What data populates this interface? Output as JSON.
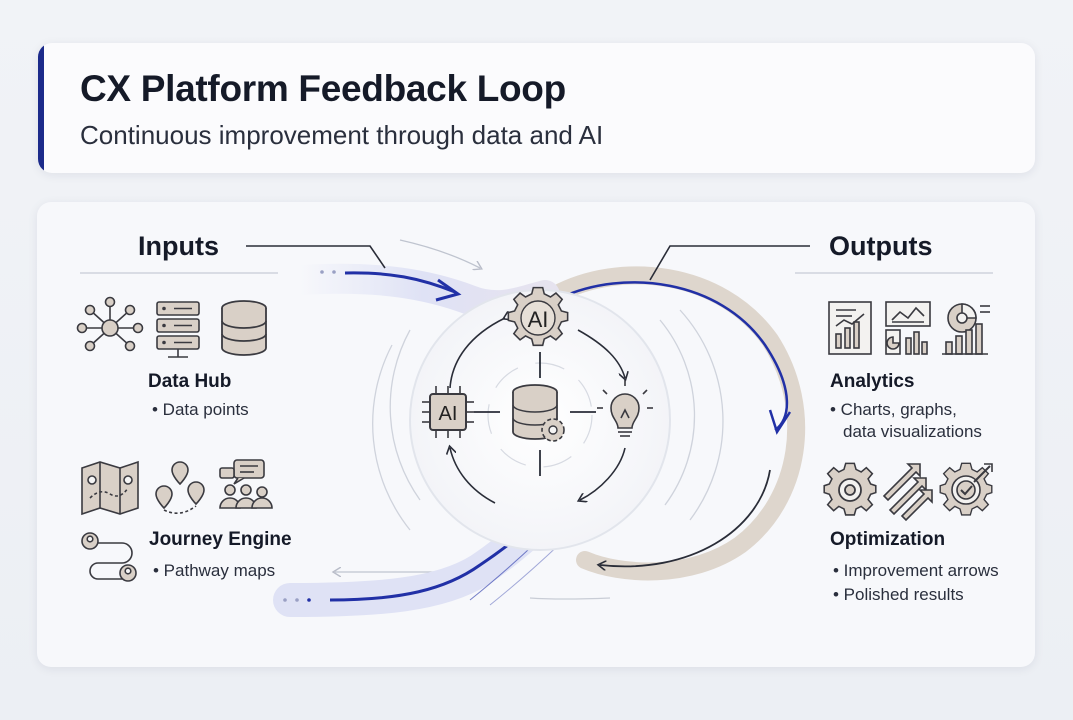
{
  "header": {
    "title": "CX Platform Feedback Loop",
    "subtitle": "Continuous improvement through data and AI"
  },
  "inputs": {
    "heading": "Inputs",
    "data_hub": {
      "title": "Data Hub",
      "bullets": [
        "• Data points"
      ]
    },
    "journey_engine": {
      "title": "Journey Engine",
      "bullets": [
        "• Pathway maps"
      ]
    }
  },
  "outputs": {
    "heading": "Outputs",
    "analytics": {
      "title": "Analytics",
      "bullets": [
        "• Charts, graphs,",
        "data visualizations"
      ]
    },
    "optimization": {
      "title": "Optimization",
      "bullets": [
        "• Improvement arrows",
        "• Polished results"
      ]
    }
  },
  "core": {
    "gear_label": "AI",
    "chip_label": "AI"
  },
  "colors": {
    "accent": "#1b2a8a",
    "flow_blue": "#2130a6",
    "loop_beige": "#d8cfc5",
    "icon_fill": "#d9d0c7",
    "icon_stroke": "#3a3a40"
  }
}
